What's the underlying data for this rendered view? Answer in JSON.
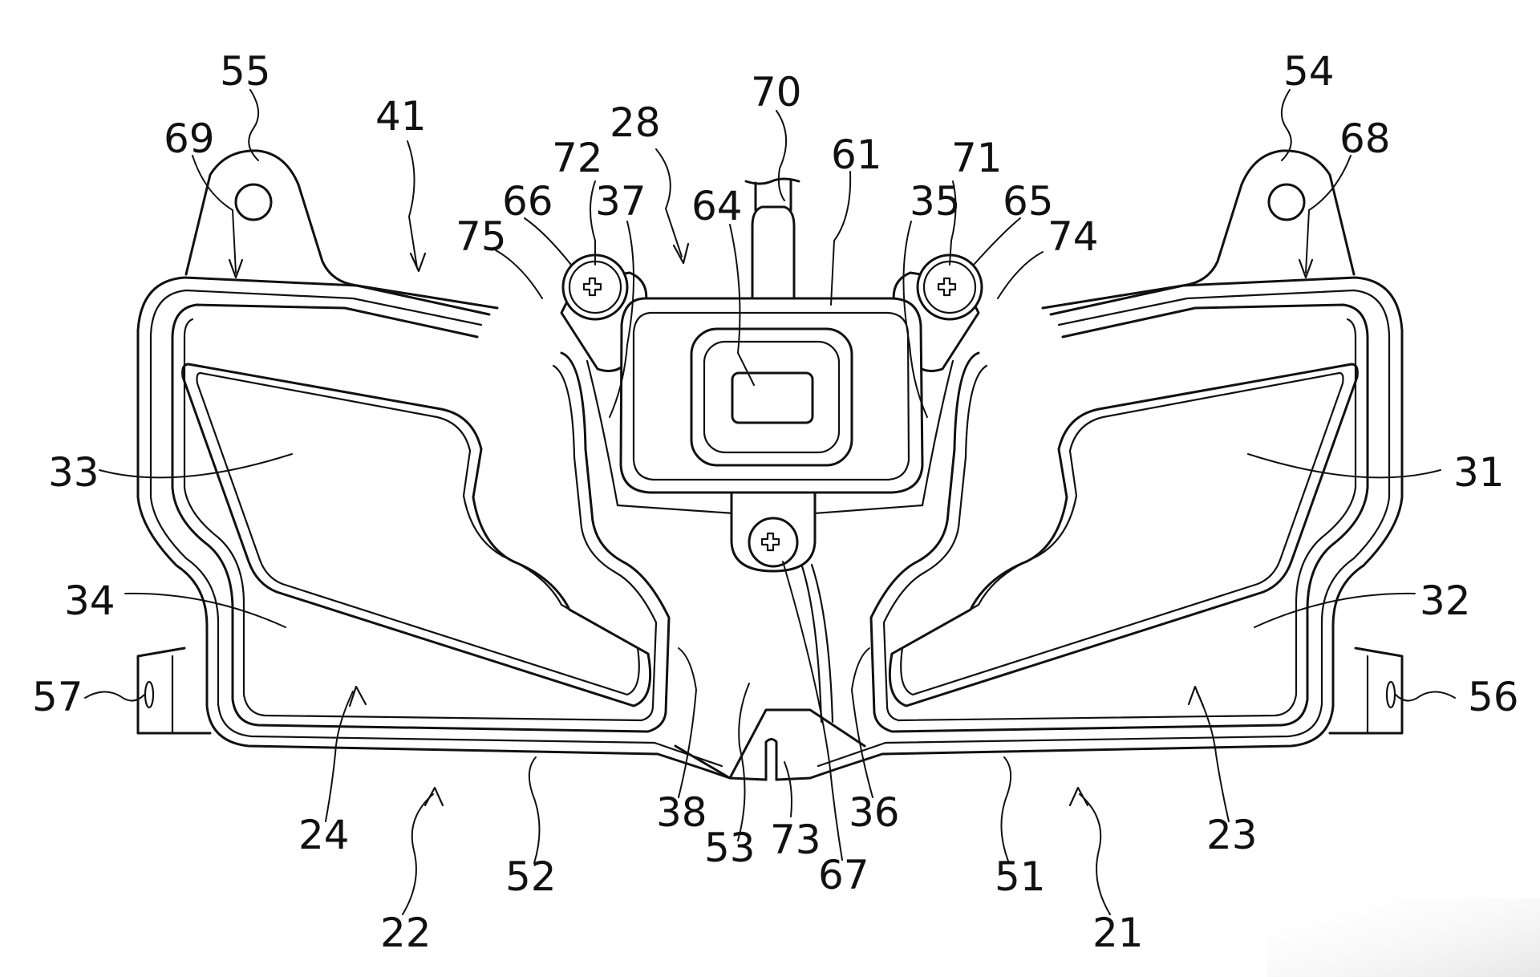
{
  "labels": {
    "l21": "21",
    "l22": "22",
    "l23": "23",
    "l24": "24",
    "l28": "28",
    "l31": "31",
    "l32": "32",
    "l33": "33",
    "l34": "34",
    "l35": "35",
    "l36": "36",
    "l37": "37",
    "l38": "38",
    "l41": "41",
    "l51": "51",
    "l52": "52",
    "l53": "53",
    "l54": "54",
    "l55": "55",
    "l56": "56",
    "l57": "57",
    "l61": "61",
    "l64": "64",
    "l65": "65",
    "l66": "66",
    "l67": "67",
    "l68": "68",
    "l69": "69",
    "l70": "70",
    "l71": "71",
    "l72": "72",
    "l73": "73",
    "l74": "74",
    "l75": "75"
  }
}
